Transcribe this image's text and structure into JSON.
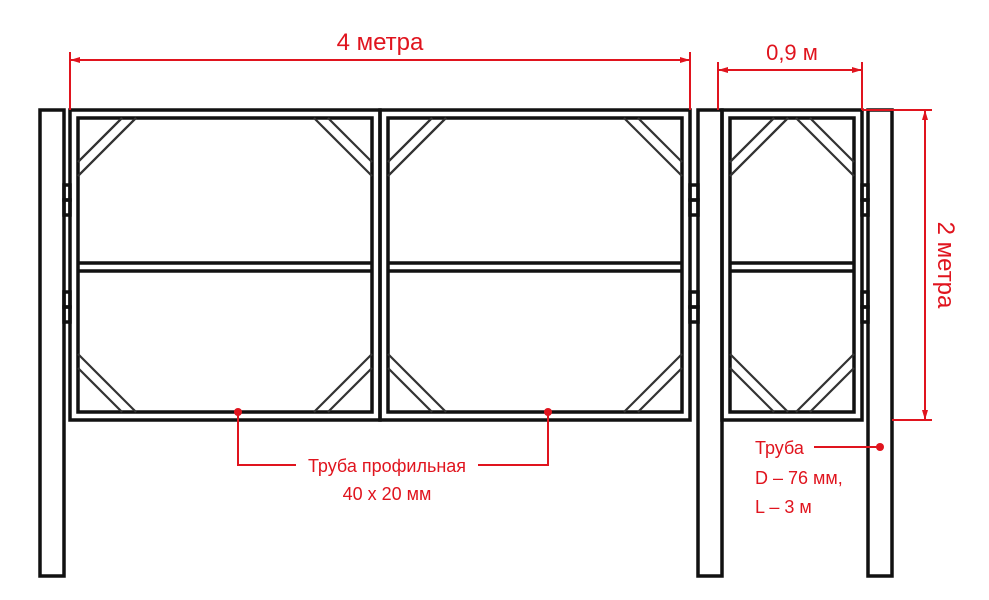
{
  "colors": {
    "annotation": "#e0141e",
    "structure": "#111111"
  },
  "dimensions": {
    "gate_width": "4 метра",
    "wicket_width": "0,9 м",
    "height": "2 метра"
  },
  "callouts": {
    "profile_pipe": {
      "line1": "Труба профильная",
      "line2": "40 х 20 мм"
    },
    "post_pipe": {
      "line1": "Труба",
      "line2": "D – 76 мм,",
      "line3": "L – 3 м"
    }
  }
}
